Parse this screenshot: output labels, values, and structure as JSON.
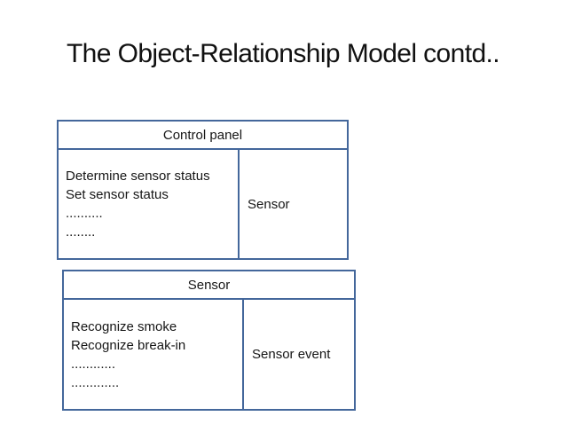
{
  "title": "The Object-Relationship Model contd..",
  "colors": {
    "border_blue": "#44679B",
    "title_text": "#111111",
    "body_text": "#161616",
    "background": "#ffffff"
  },
  "boxes": [
    {
      "name": "Control panel",
      "left_items": [
        "Determine sensor status",
        "Set sensor status",
        "..........",
        "........"
      ],
      "right_label": "Sensor"
    },
    {
      "name": "Sensor",
      "left_items": [
        "Recognize smoke",
        "Recognize break-in",
        "............",
        "............."
      ],
      "right_label": "Sensor event"
    }
  ]
}
